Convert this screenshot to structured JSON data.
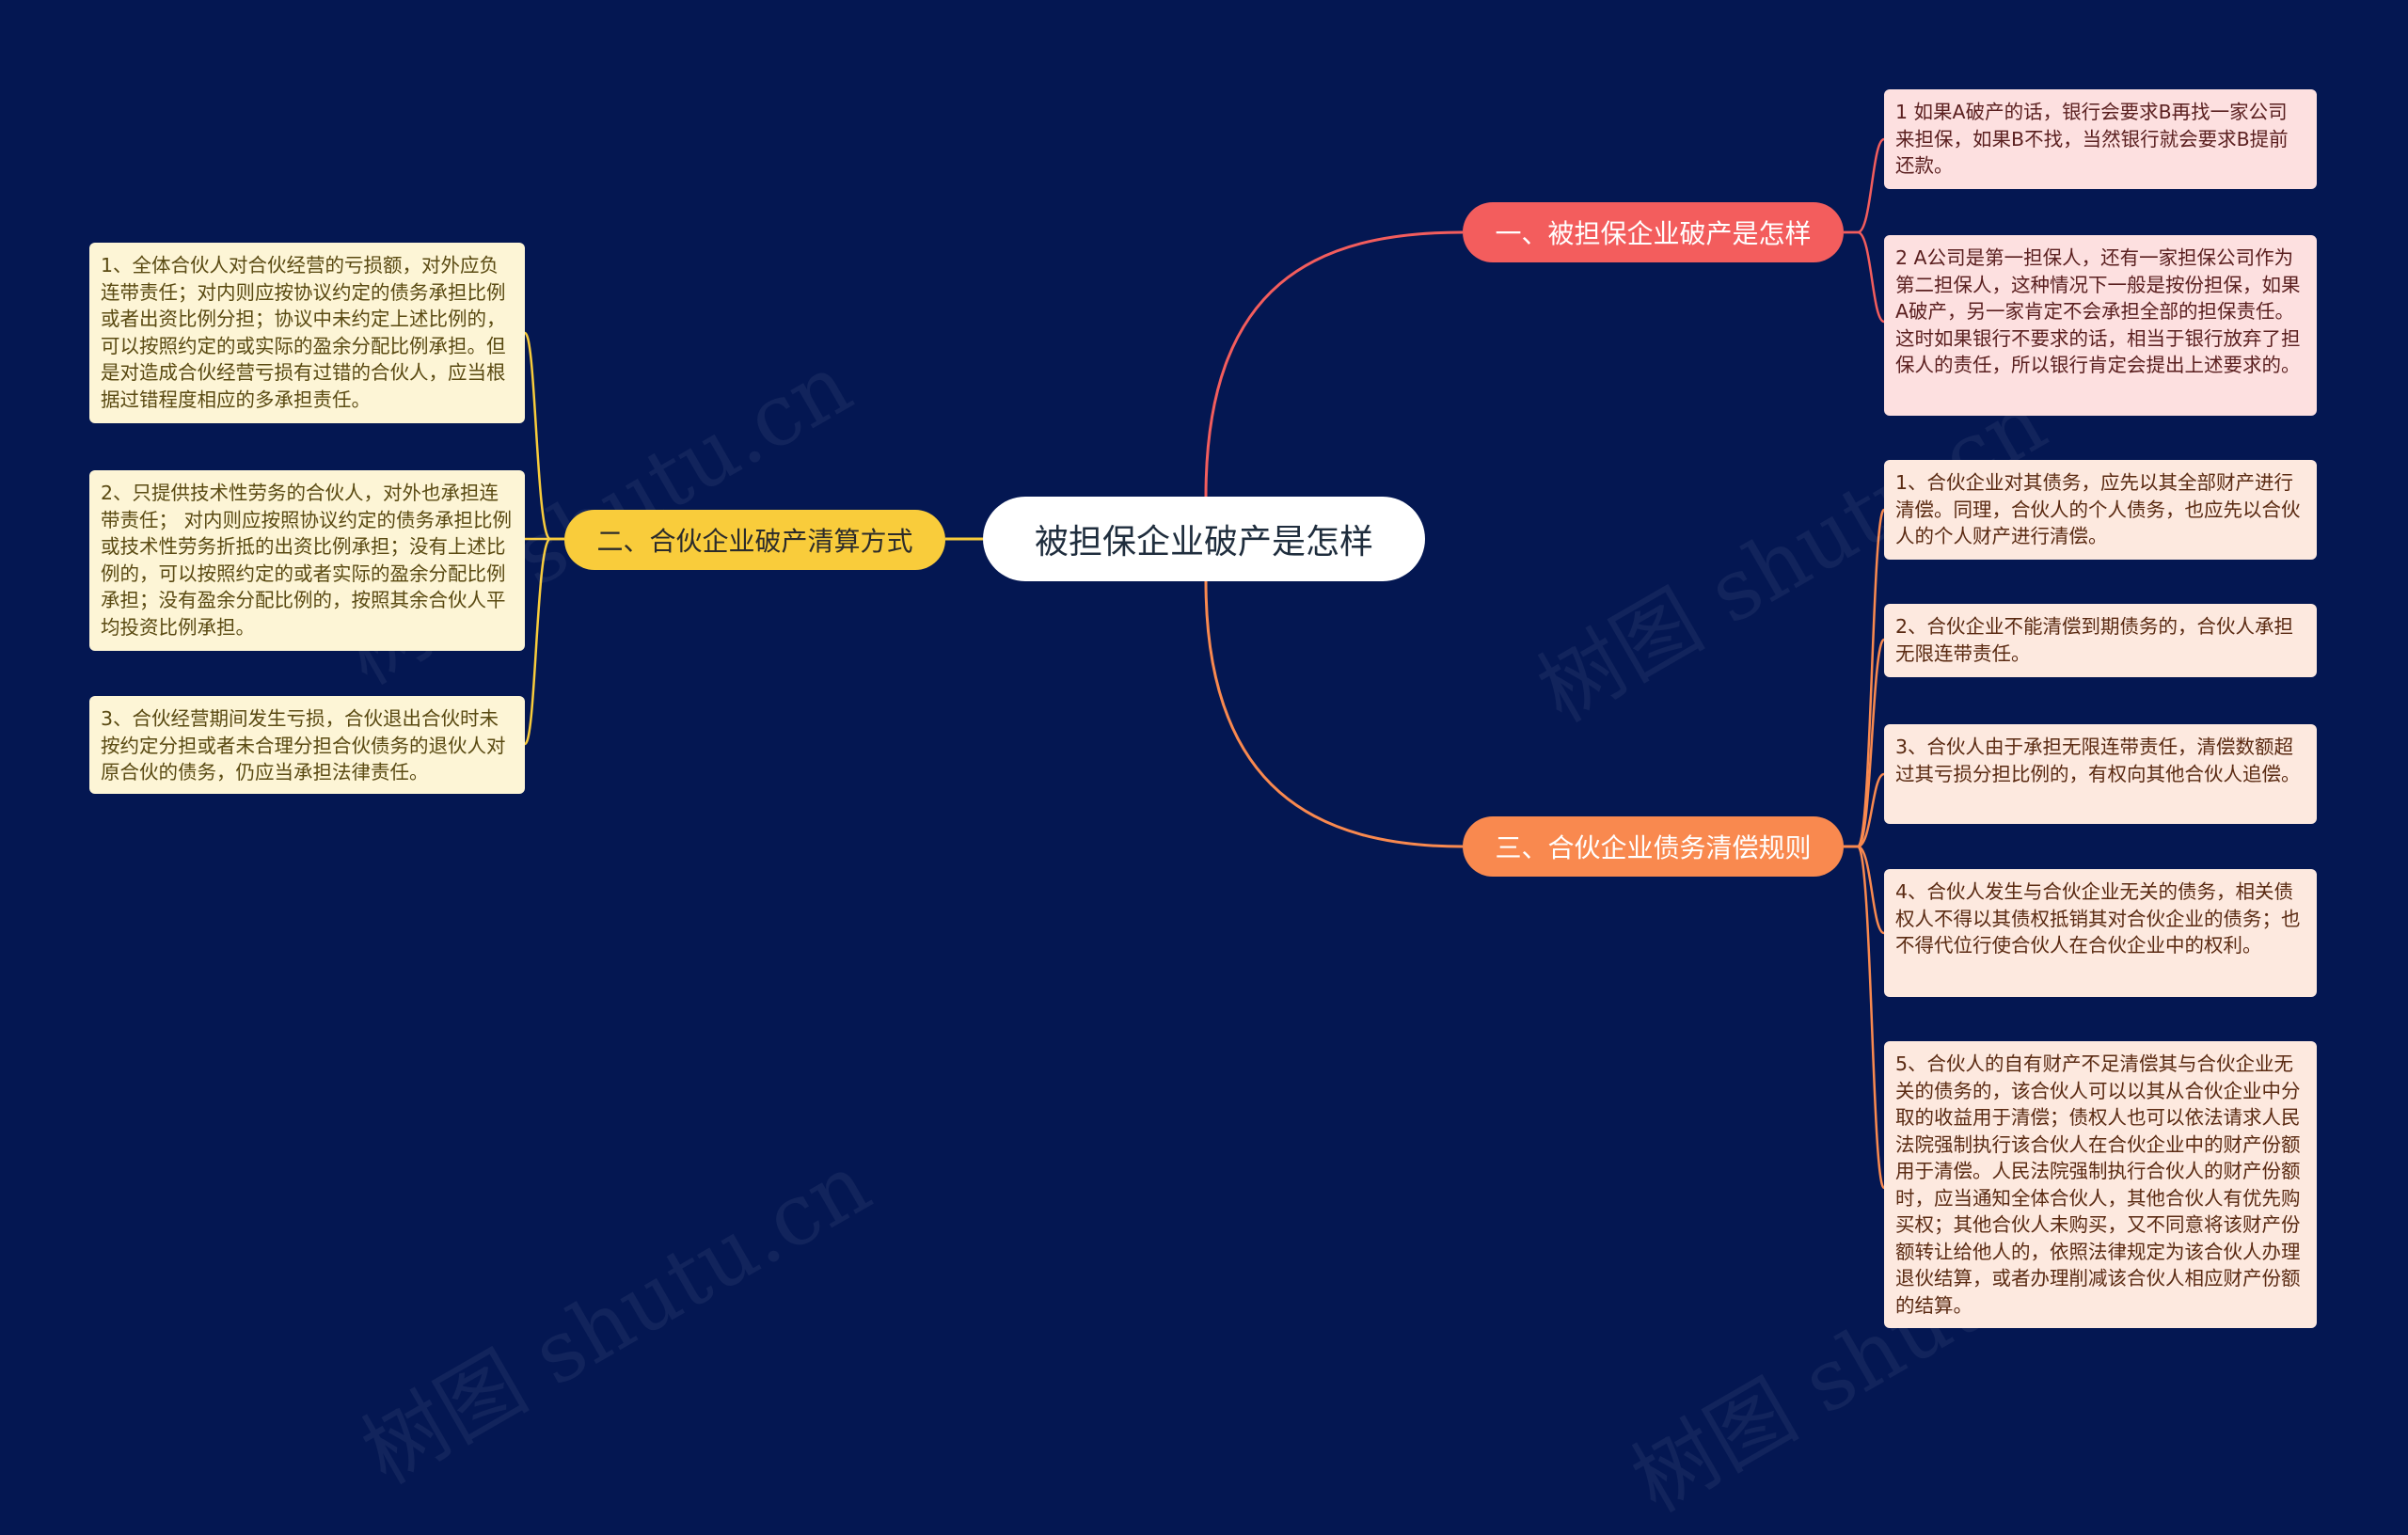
{
  "center": {
    "label": "被担保企业破产是怎样"
  },
  "branches": [
    {
      "label": "一、被担保企业破产是怎样",
      "color": "#f35d5d",
      "leaves": [
        "1 如果A破产的话，银行会要求B再找一家公司来担保，如果B不找，当然银行就会要求B提前还款。",
        "2 A公司是第一担保人，还有一家担保公司作为第二担保人，这种情况下一般是按份担保，如果A破产，另一家肯定不会承担全部的担保责任。这时如果银行不要求的话，相当于银行放弃了担保人的责任，所以银行肯定会提出上述要求的。"
      ]
    },
    {
      "label": "二、合伙企业破产清算方式",
      "color": "#f9cc3b",
      "leaves": [
        "1、全体合伙人对合伙经营的亏损额，对外应负连带责任；对内则应按协议约定的债务承担比例或者出资比例分担；协议中未约定上述比例的，可以按照约定的或实际的盈余分配比例承担。但是对造成合伙经营亏损有过错的合伙人，应当根据过错程度相应的多承担责任。",
        "2、只提供技术性劳务的合伙人，对外也承担连带责任； 对内则应按照协议约定的债务承担比例或技术性劳务折抵的出资比例承担；没有上述比例的，可以按照约定的或者实际的盈余分配比例承担；没有盈余分配比例的，按照其余合伙人平均投资比例承担。",
        "3、合伙经营期间发生亏损，合伙退出合伙时未按约定分担或者未合理分担合伙债务的退伙人对原合伙的债务，仍应当承担法律责任。"
      ]
    },
    {
      "label": "三、合伙企业债务清偿规则",
      "color": "#f9894f",
      "leaves": [
        "1、合伙企业对其债务，应先以其全部财产进行清偿。同理，合伙人的个人债务，也应先以合伙人的个人财产进行清偿。",
        "2、合伙企业不能清偿到期债务的，合伙人承担无限连带责任。",
        "3、合伙人由于承担无限连带责任，清偿数额超过其亏损分担比例的，有权向其他合伙人追偿。",
        "4、合伙人发生与合伙企业无关的债务，相关债权人不得以其债权抵销其对合伙企业的债务；也不得代位行使合伙人在合伙企业中的权利。",
        "5、合伙人的自有财产不足清偿其与合伙企业无关的债务的，该合伙人可以以其从合伙企业中分取的收益用于清偿；债权人也可以依法请求人民法院强制执行该合伙人在合伙企业中的财产份额用于清偿。人民法院强制执行合伙人的财产份额时，应当通知全体合伙人，其他合伙人有优先购买权；其他合伙人未购买，又不同意将该财产份额转让给他人的，依照法律规定为该合伙人办理退伙结算，或者办理削减该合伙人相应财产份额的结算。"
      ]
    }
  ],
  "watermark": "树图 shutu.cn"
}
